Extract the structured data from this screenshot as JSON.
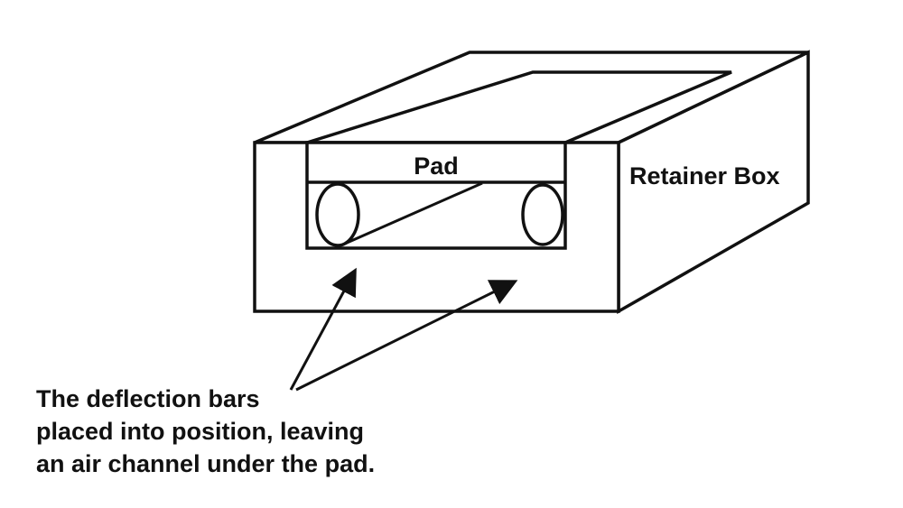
{
  "labels": {
    "pad": "Pad",
    "retainer_box": "Retainer Box"
  },
  "caption": {
    "lines": [
      "The deflection bars",
      "placed into position, leaving",
      "an air channel under the pad."
    ]
  },
  "colors": {
    "stroke": "#111111",
    "background": "#ffffff"
  }
}
